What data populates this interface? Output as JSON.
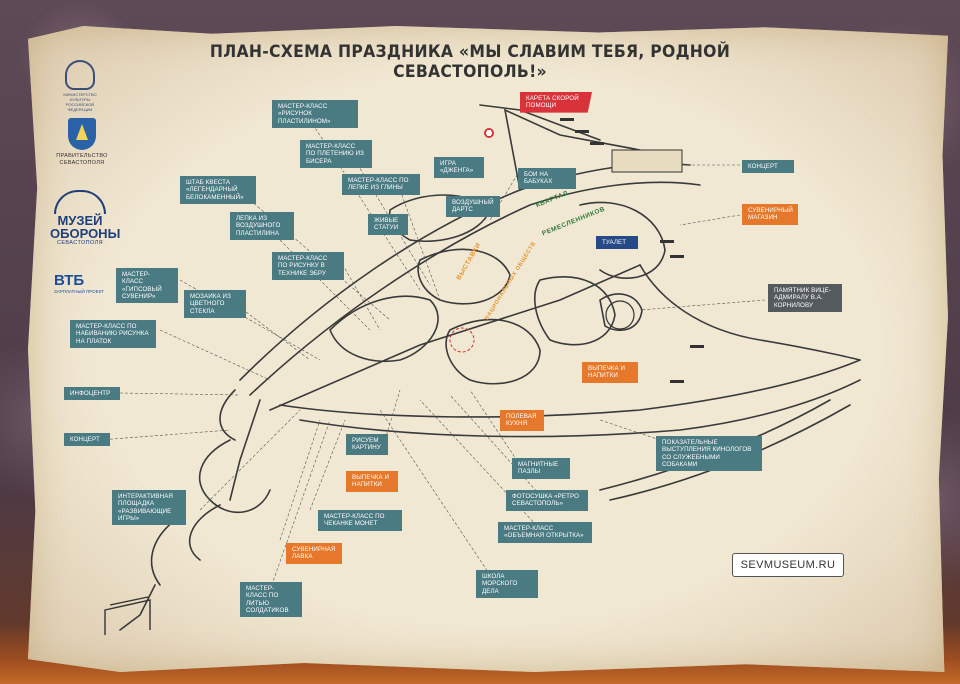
{
  "title": "ПЛАН-СХЕМА ПРАЗДНИКА «МЫ СЛАВИМ ТЕБЯ, РОДНОЙ СЕВАСТОПОЛЬ!»",
  "logos": {
    "ministry": "МИНИСТЕРСТВО КУЛЬТУРЫ РОССИЙСКОЙ ФЕДЕРАЦИИ",
    "government": "ПРАВИТЕЛЬСТВО СЕВАСТОПОЛЯ",
    "museum": "МУЗЕЙ ОБОРОНЫ",
    "museum_sub": "СЕВАСТОПОЛЯ",
    "bank": "ВТБ",
    "bank_sub": "ЗАРПЛАТНЫЙ ПРОЕКТ"
  },
  "streets": {
    "kvartal": "КВАРТАЛ",
    "remeslennikov": "РЕМЕСЛЕННИКОВ",
    "vystavki": "ВЫСТАВКИ",
    "nacionalnyh": "НАЦИОНАЛЬНЫХ ОБЩЕСТВ"
  },
  "labels": {
    "karet": "КАРЕТА СКОРОЙ ПОМОЩИ",
    "mk_plastilin": "МАСТЕР-КЛАСС «РИСУНОК ПЛАСТИЛИНОМ»",
    "mk_biser": "МАСТЕР-КЛАСС ПО ПЛЕТЕНИЮ ИЗ БИСЕРА",
    "mk_glina": "МАСТЕР-КЛАСС ПО ЛЕПКЕ ИЗ ГЛИНЫ",
    "igra": "ИГРА «ДЖЕНГА»",
    "boi": "БОИ НА БАБУКАХ",
    "koncert_r": "КОНЦЕРТ",
    "suvenir_mag": "СУВЕНИРНЫЙ МАГАЗИН",
    "tualet": "ТУАЛЕТ",
    "shtab": "ШТАБ КВЕСТА «ЛЕГЕНДАРНЫЙ БЕЛОКАМЕННЫЙ»",
    "lepka": "ЛЕПКА ИЗ ВОЗДУШНОГО ПЛАСТИЛИНА",
    "vozd_darts": "ВОЗДУШНЫЙ ДАРТС",
    "zhivye": "ЖИВЫЕ СТАТУИ",
    "mk_ebru": "МАСТЕР-КЛАСС ПО РИСУНКУ В ТЕХНИКЕ ЭБРУ",
    "mk_gips": "МАСТЕР-КЛАСС «ГИПСОВЫЙ СУВЕНИР»",
    "mozaika": "МОЗАИКА ИЗ ЦВЕТНОГО СТЕКЛА",
    "pamyatnik": "ПАМЯТНИК ВИЦЕ-АДМИРАЛУ В.А. КОРНИЛОВУ",
    "mk_platok": "МАСТЕР-КЛАСС ПО НАБИВАНИЮ РИСУНКА НА ПЛАТОК",
    "vypechka_r": "ВЫПЕЧКА И НАПИТКИ",
    "infocentr": "ИНФОЦЕНТР",
    "polevaya": "ПОЛЕВАЯ КУХНЯ",
    "koncert_l": "КОНЦЕРТ",
    "risuem": "РИСУЕМ КАРТИНУ",
    "pokaz": "ПОКАЗАТЕЛЬНЫЕ ВЫСТУПЛЕНИЯ КИНОЛОГОВ СО СЛУЖЕБНЫМИ СОБАКАМИ",
    "magnit": "МАГНИТНЫЕ ПАЗЛЫ",
    "vypechka_l": "ВЫПЕЧКА И НАПИТКИ",
    "interakt": "ИНТЕРАКТИВНАЯ ПЛОЩАДКА «РАЗВИВАЮЩИЕ ИГРЫ»",
    "foto": "ФОТОСУШКА «РЕТРО СЕВАСТОПОЛЬ»",
    "mk_monet": "МАСТЕР-КЛАСС ПО ЧЕКАНКЕ МОНЕТ",
    "mk_otkr": "МАСТЕР-КЛАСС «ОБЪЕМНАЯ ОТКРЫТКА»",
    "suvenir_lav": "СУВЕНИРНАЯ ЛАВКА",
    "mk_soldat": "МАСТЕР-КЛАСС ПО ЛИТЬЮ СОЛДАТИКОВ",
    "shkola": "ШКОЛА МОРСКОГО ДЕЛА"
  },
  "website": "SEVMUSEUM.RU",
  "colors": {
    "paper": "#f1e8d3",
    "teal": "#4a7a82",
    "orange": "#e5782a",
    "red": "#d8323a",
    "navy": "#254a86",
    "dark": "#555a5e"
  }
}
